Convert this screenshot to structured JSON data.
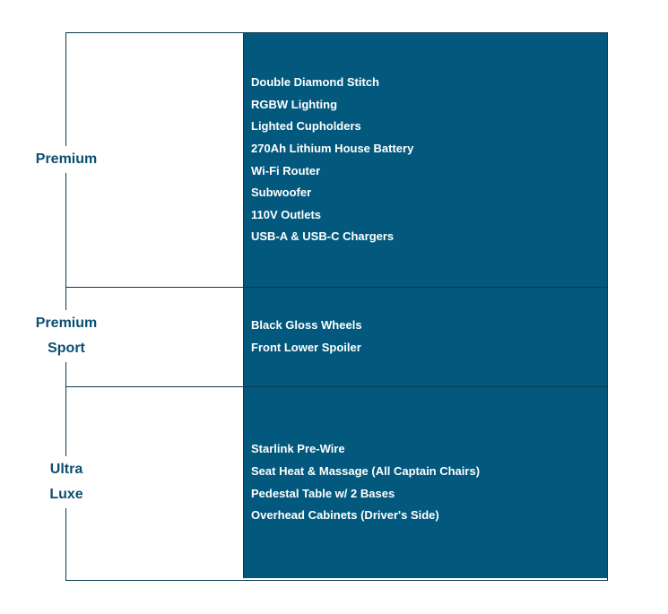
{
  "rows": [
    {
      "tier_lines": [
        "Premium"
      ],
      "features": [
        "Double Diamond Stitch",
        "RGBW Lighting",
        "Lighted Cupholders",
        "270Ah Lithium House Battery",
        "Wi-Fi Router",
        "Subwoofer",
        "110V Outlets",
        "USB-A & USB-C Chargers"
      ]
    },
    {
      "tier_lines": [
        "Premium",
        "Sport"
      ],
      "features": [
        "Black Gloss Wheels",
        "Front Lower Spoiler"
      ]
    },
    {
      "tier_lines": [
        "Ultra",
        "Luxe"
      ],
      "features": [
        "Starlink Pre-Wire",
        "Seat Heat & Massage (All Captain Chairs)",
        "Pedestal Table w/ 2 Bases",
        "Overhead Cabinets (Driver's Side)"
      ]
    }
  ],
  "colors": {
    "panel_teal": "#02587d",
    "border_navy": "#0b3a50",
    "tier_label_text": "#0b4f72",
    "feature_text": "#ffffff",
    "background": "#ffffff"
  },
  "chart_data": {
    "type": "table",
    "title": "",
    "categories": [
      "Premium",
      "Premium Sport",
      "Ultra Luxe"
    ],
    "rows": [
      {
        "tier": "Premium",
        "features": [
          "Double Diamond Stitch",
          "RGBW Lighting",
          "Lighted Cupholders",
          "270Ah Lithium House Battery",
          "Wi-Fi Router",
          "Subwoofer",
          "110V Outlets",
          "USB-A & USB-C Chargers"
        ]
      },
      {
        "tier": "Premium Sport",
        "features": [
          "Black Gloss Wheels",
          "Front Lower Spoiler"
        ]
      },
      {
        "tier": "Ultra Luxe",
        "features": [
          "Starlink Pre-Wire",
          "Seat Heat & Massage (All Captain Chairs)",
          "Pedestal Table w/ 2 Bases",
          "Overhead Cabinets (Driver's Side)"
        ]
      }
    ],
    "layout": {
      "tier_column": "left, white background, dark teal bold labels centered on column border",
      "features_column": "right, solid teal panel, white bold feature list",
      "grid": "1px dark navy borders around and between rows"
    }
  }
}
